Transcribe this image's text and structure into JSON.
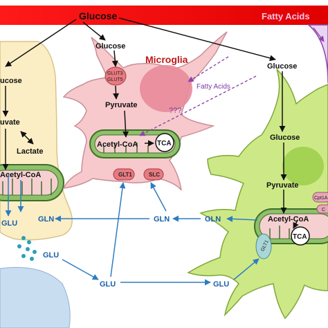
{
  "banner": {
    "glucose": "Glucose",
    "fatty_acids": "Fatty Acids",
    "color_left": "#ff1a1a",
    "color_right": "#e00000"
  },
  "neuron": {
    "glucose": "ucose",
    "pyruvate": "uvate",
    "lactate": "Lactate",
    "acetyl_coa": "Acetyl-CoA",
    "gln": "GLN",
    "glu": "GLU",
    "fill": "#fbeec4"
  },
  "microglia": {
    "title": "Microglia",
    "glucose": "Glucose",
    "glut_labels": [
      "GLUT3",
      "GLUT5"
    ],
    "pyruvate": "Pyruvate",
    "question": "???",
    "fatty_acids": "Fatty Acids",
    "acetyl_coa": "Acetyl-CoA",
    "tca": "TCA",
    "glt1": "GLT1",
    "slc": "SLC",
    "fill": "#f7c9cc",
    "nucleus_fill": "#e88a9a"
  },
  "astrocyte": {
    "glucose_top": "Glucose",
    "glucose_mid": "Glucose",
    "pyruvate": "Pyruvate",
    "acetyl_coa": "Acetyl-CoA",
    "tca": "TCA",
    "glt1": "GLT1",
    "cpt1a": "Cpt1A",
    "cpt_cut": "C",
    "fill": "#cde987"
  },
  "extracellular": {
    "glu_left": "GLU",
    "glu_bottom": "GLU",
    "glu_right": "GLU",
    "gln_mid": "GLN",
    "gln_right": "GLN",
    "arrow_color": "#2e7cc0"
  }
}
